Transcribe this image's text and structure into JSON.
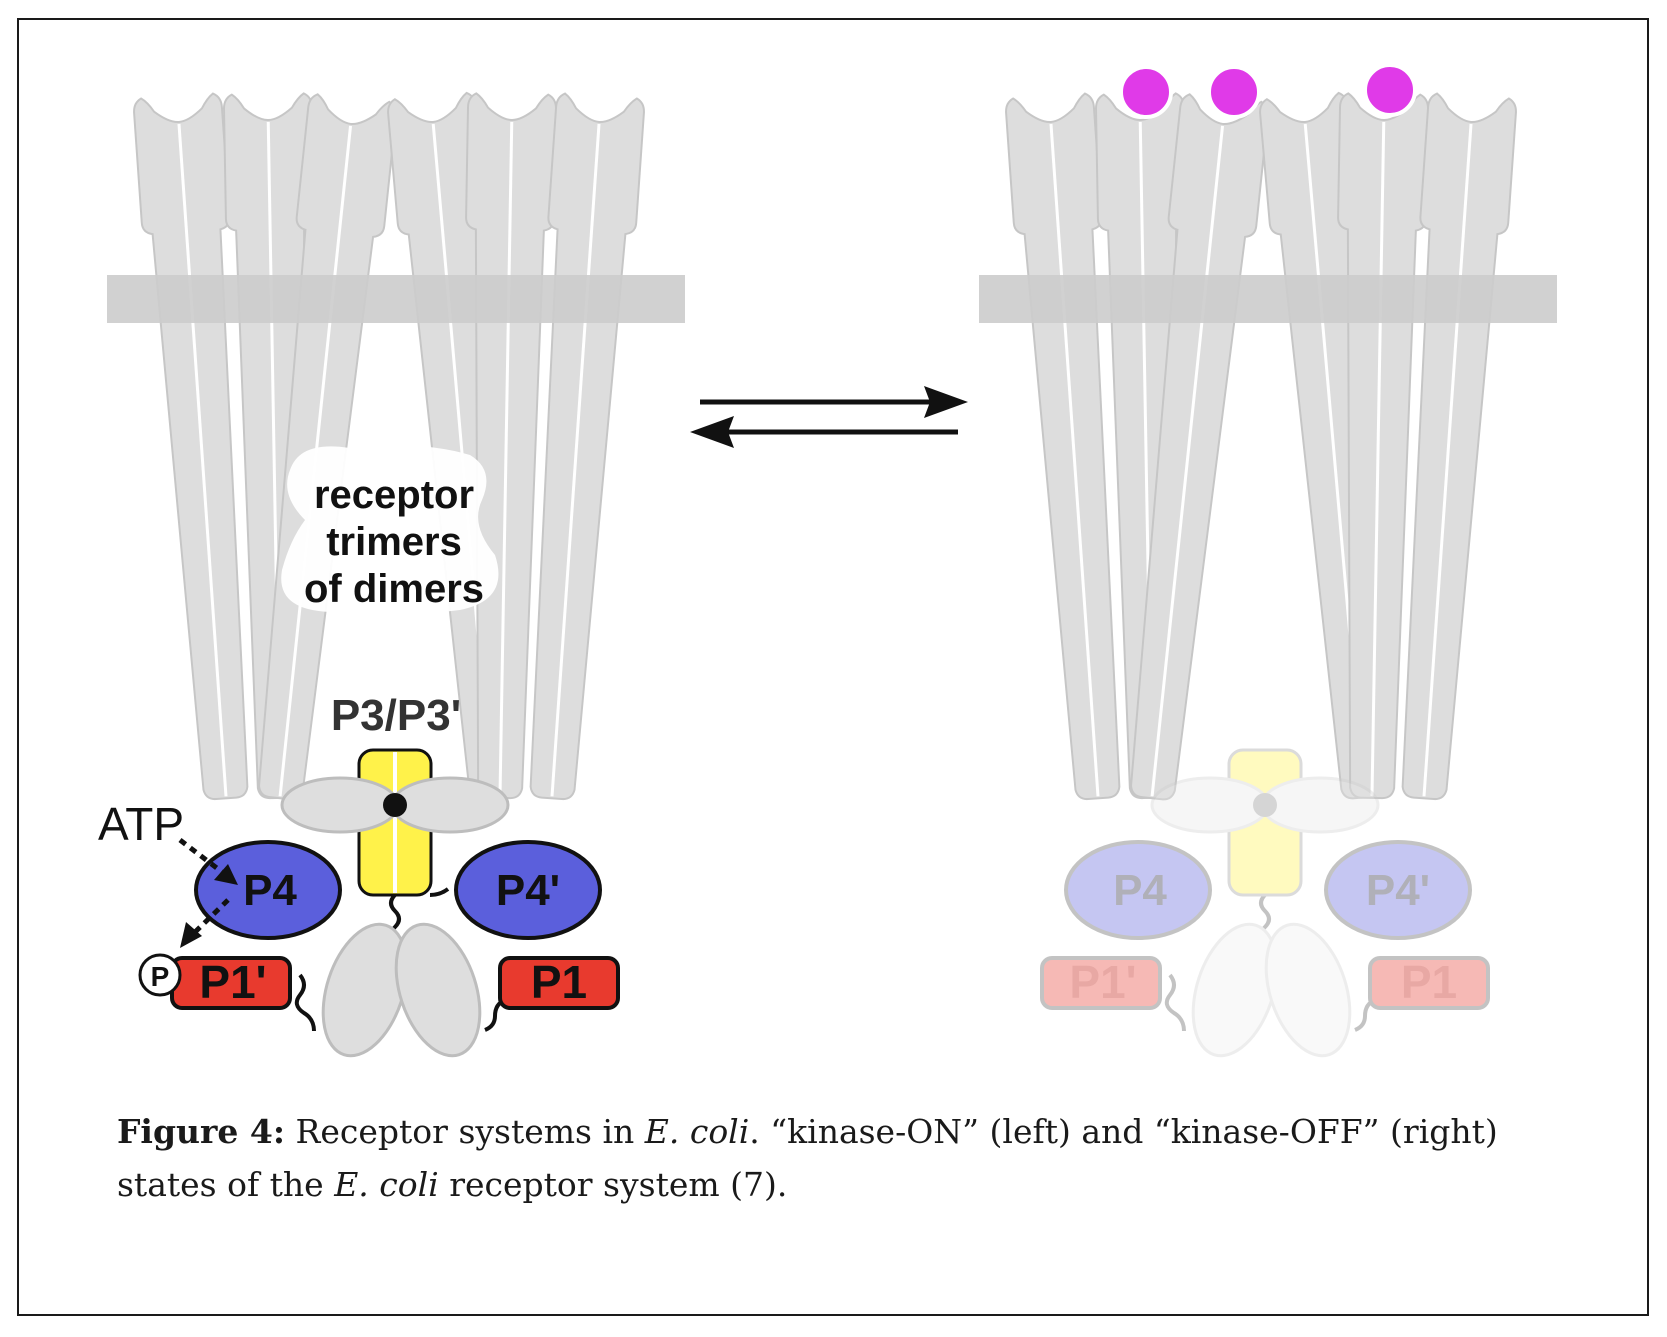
{
  "diagram": {
    "left_state": {
      "label_receptor": [
        "receptor",
        "trimers",
        "of dimers"
      ],
      "label_p3": "P3/P3'",
      "label_atp": "ATP",
      "label_p4": "P4",
      "label_p4_prime": "P4'",
      "label_p1_prime": "P1'",
      "label_p1": "P1",
      "label_phosphate": "P"
    },
    "right_state": {
      "label_p4": "P4",
      "label_p4_prime": "P4'",
      "label_p1_prime": "P1'",
      "label_p1": "P1"
    },
    "colors": {
      "receptor": "#dcdcdc",
      "membrane": "#cfcfcf",
      "p4": "#5b5fdc",
      "p3": "#fff24a",
      "p1": "#e83a2e",
      "ligand": "#e03ae8"
    }
  },
  "caption": {
    "figure_label": "Figure 4:",
    "text_1": " Receptor systems in ",
    "italic_1": "E. coli",
    "text_2": ". “kinase-ON” (left) and “kinase-OFF” (right) states of the ",
    "italic_2": "E. coli",
    "text_3": " receptor system (7)."
  }
}
